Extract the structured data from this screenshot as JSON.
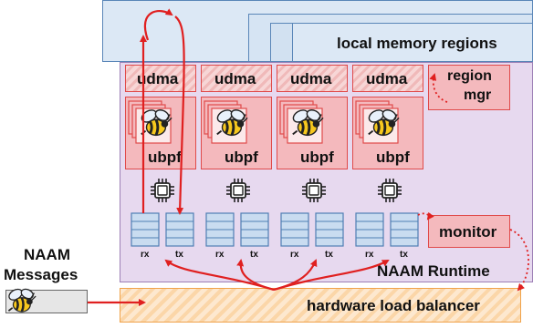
{
  "memory": {
    "label": "local memory regions"
  },
  "runtime": {
    "label": "NAAM Runtime"
  },
  "modules": [
    {
      "udma": "udma",
      "ubpf": "ubpf"
    },
    {
      "udma": "udma",
      "ubpf": "ubpf"
    },
    {
      "udma": "udma",
      "ubpf": "ubpf"
    },
    {
      "udma": "udma",
      "ubpf": "ubpf"
    }
  ],
  "queues": [
    {
      "rx": "rx",
      "tx": "tx"
    },
    {
      "rx": "rx",
      "tx": "tx"
    },
    {
      "rx": "rx",
      "tx": "tx"
    },
    {
      "rx": "rx",
      "tx": "tx"
    }
  ],
  "region_mgr": {
    "line1": "region",
    "line2": "mgr"
  },
  "monitor": {
    "label": "monitor"
  },
  "load_balancer": {
    "label": "hardware load balancer"
  },
  "messages": {
    "line1": "NAAM",
    "line2": "Messages"
  },
  "colors": {
    "arrow": "#e02020",
    "memory": "#dce8f5",
    "runtime": "#e7d9ef",
    "module": "#f4b9bd",
    "balancer": "#fde8cf"
  },
  "icons": [
    "bee-icon",
    "chip-icon"
  ]
}
